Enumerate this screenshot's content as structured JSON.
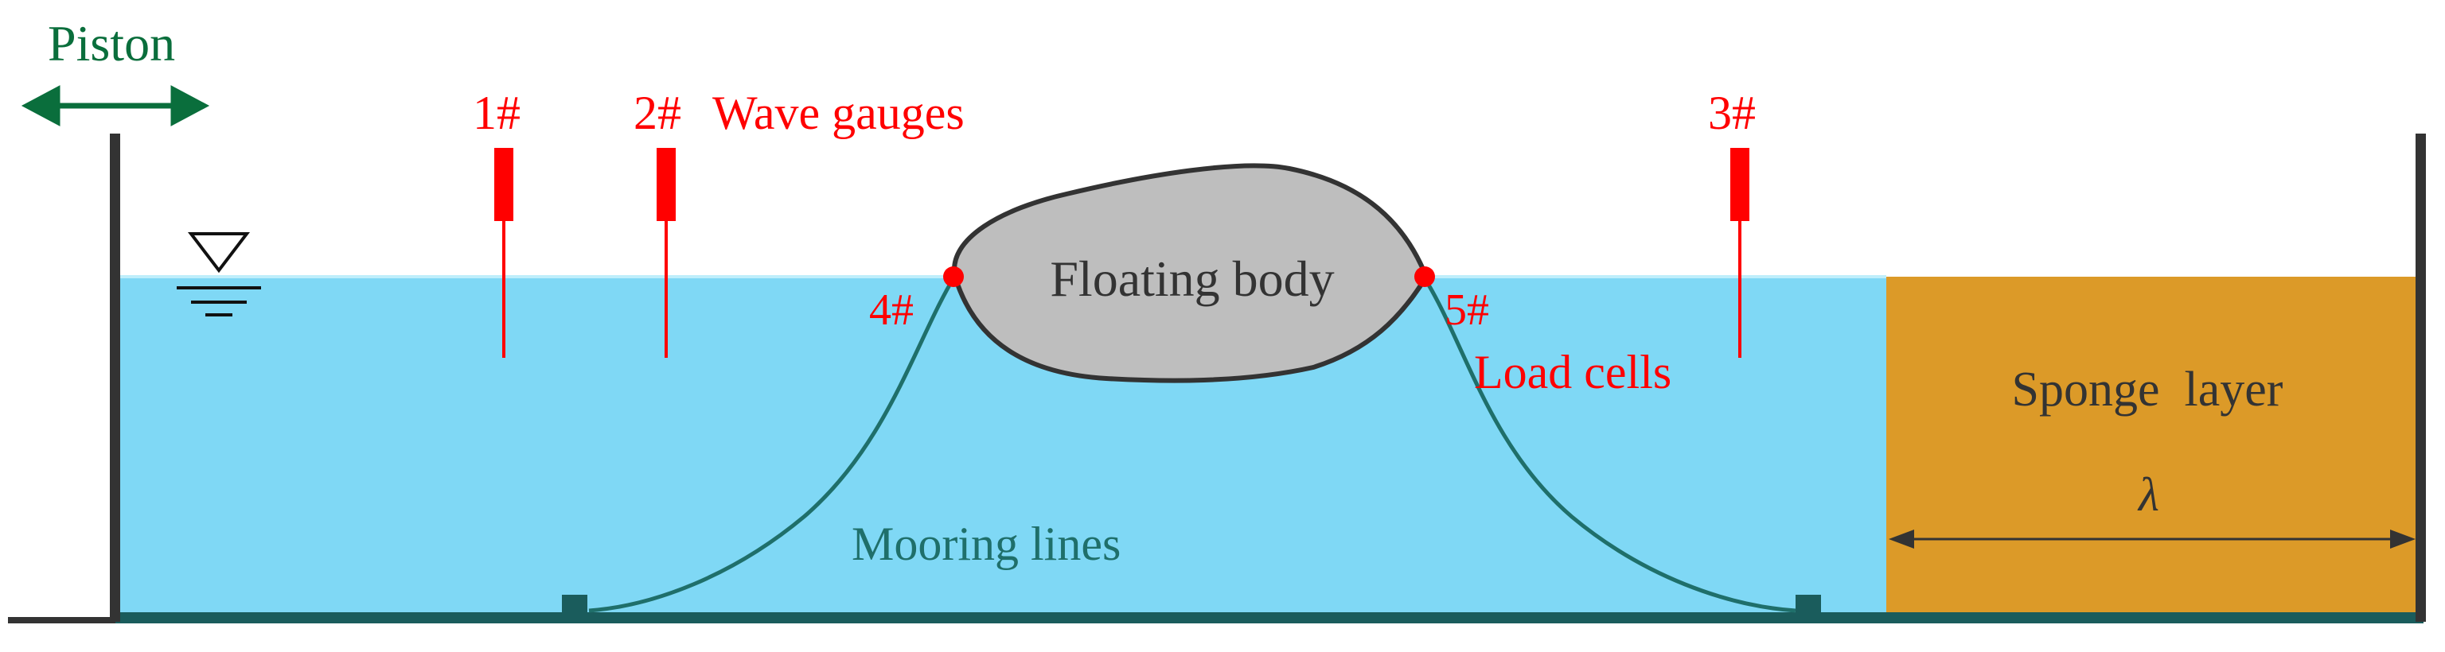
{
  "labels": {
    "piston": "Piston",
    "gauge1": "1#",
    "gauge2": "2#",
    "wave_gauges": "Wave gauges",
    "gauge3": "3#",
    "floating_body": "Floating body",
    "load_cell_4": "4#",
    "load_cell_5": "5#",
    "load_cells": "Load cells",
    "mooring_lines": "Mooring lines",
    "sponge_layer": "Sponge  layer",
    "lambda": "λ"
  },
  "colors": {
    "water": "#7fd8f5",
    "water_surface": "#bfeefb",
    "sponge": "#dc9a28",
    "tank": "#1a5c5c",
    "walls": "#333333",
    "piston": "#0a6e3c",
    "gauges": "#ff0000",
    "body_fill": "#bebebe",
    "body_stroke": "#333333",
    "mooring": "#1f6f6a"
  }
}
